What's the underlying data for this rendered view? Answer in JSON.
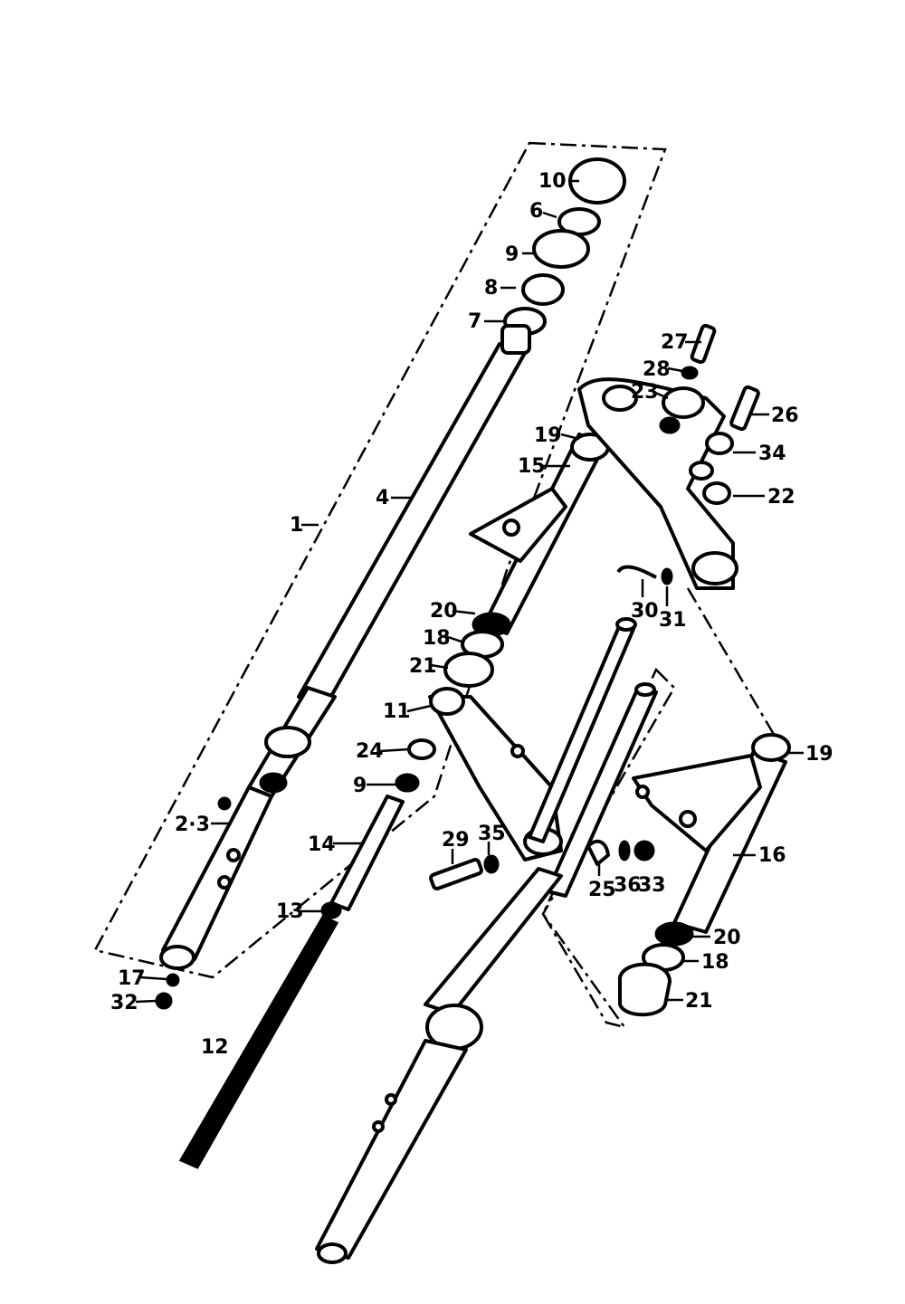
{
  "callouts": {
    "c1": "1",
    "c2_3": "2·3",
    "c4": "4",
    "c6": "6",
    "c7": "7",
    "c8": "8",
    "c9_top": "9",
    "c9": "9",
    "c10": "10",
    "c11": "11",
    "c12": "12",
    "c13": "13",
    "c14": "14",
    "c15": "15",
    "c16": "16",
    "c17": "17",
    "c18_a": "18",
    "c18_b": "18",
    "c19_a": "19",
    "c19_b": "19",
    "c20_a": "20",
    "c20_b": "20",
    "c21_a": "21",
    "c21_b": "21",
    "c22": "22",
    "c23": "23",
    "c24": "24",
    "c25": "25",
    "c26": "26",
    "c27": "27",
    "c28": "28",
    "c29": "29",
    "c30": "30",
    "c31": "31",
    "c32": "32",
    "c33": "33",
    "c34": "34",
    "c35": "35",
    "c36": "36"
  }
}
